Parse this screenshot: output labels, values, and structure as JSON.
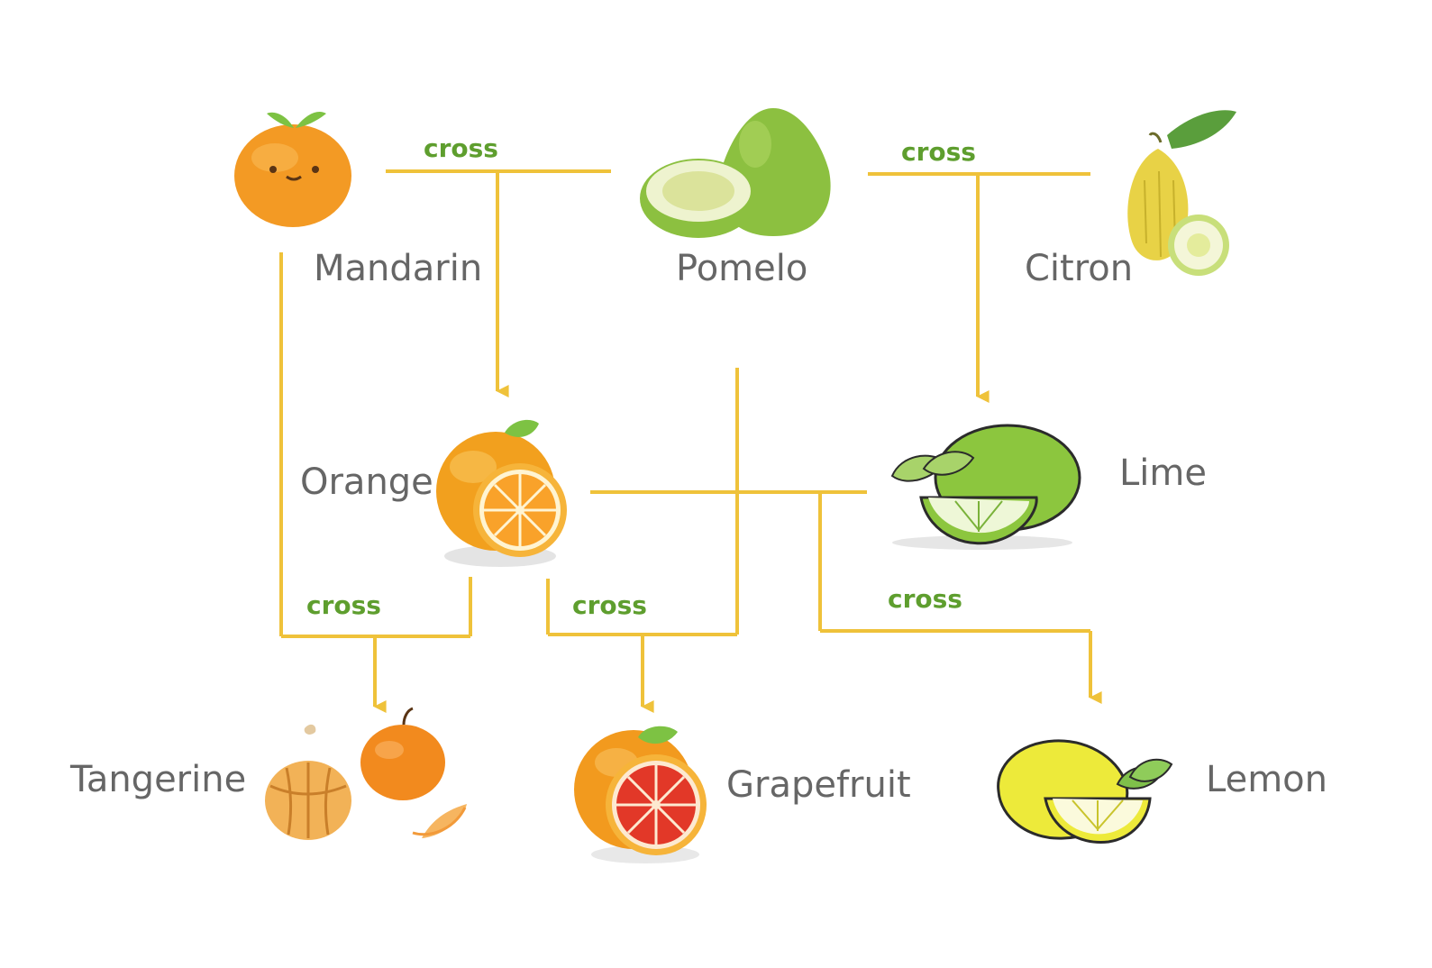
{
  "diagram": {
    "cross_label": "cross",
    "fruits": {
      "mandarin": "Mandarin",
      "pomelo": "Pomelo",
      "citron": "Citron",
      "orange": "Orange",
      "lime": "Lime",
      "tangerine": "Tangerine",
      "grapefruit": "Grapefruit",
      "lemon": "Lemon"
    }
  },
  "colors": {
    "line": "#efc23a",
    "cross_text": "#5e9e2e",
    "label_text": "#666666"
  }
}
